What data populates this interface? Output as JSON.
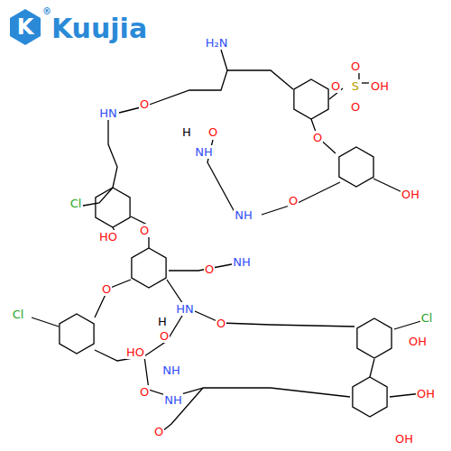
{
  "diagram": {
    "labels": [
      "K",
      "®",
      "Kuujia",
      "H₂N",
      "O",
      "S",
      "O",
      "O",
      "OH",
      "HN",
      "O",
      "O",
      "O",
      "NH",
      "H",
      "OH",
      "Cl",
      "O",
      "NH",
      "HO",
      "O",
      "O",
      "NH",
      "O",
      "HN",
      "O",
      "Cl",
      "Cl",
      "OH",
      "HO",
      "O",
      "NH",
      "H",
      "O",
      "NH",
      "OH",
      "O",
      "OH"
    ]
  }
}
